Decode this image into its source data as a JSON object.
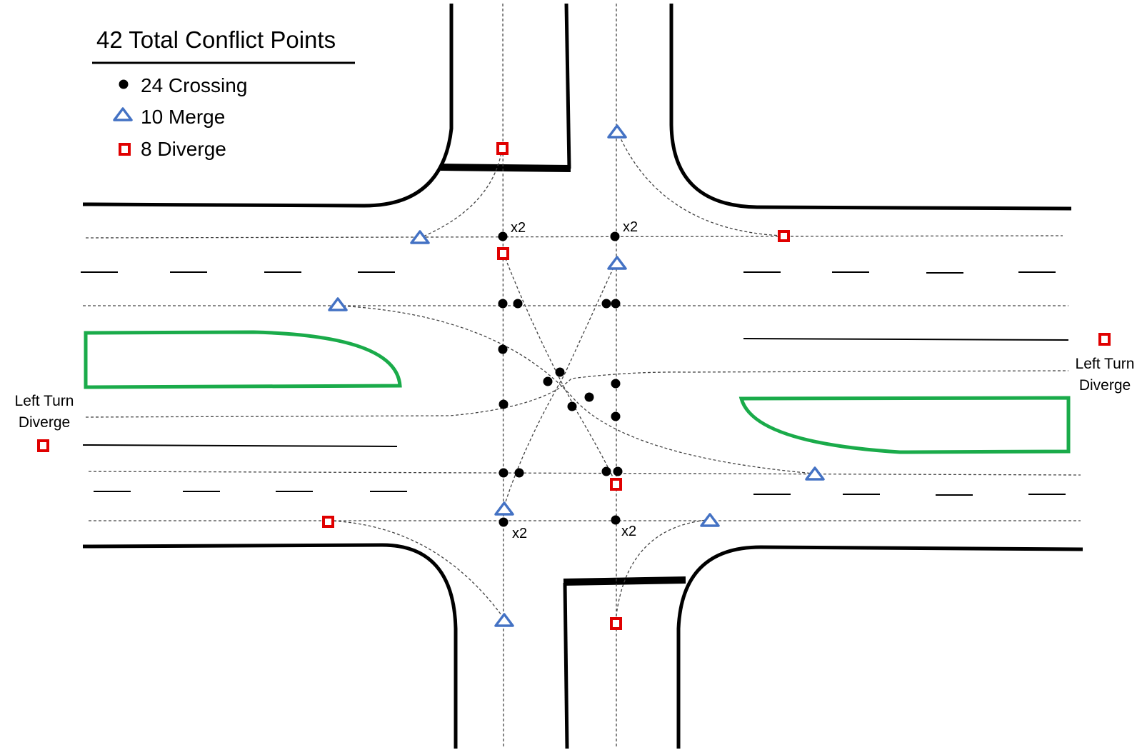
{
  "legend": {
    "title": "42 Total Conflict Points",
    "crossing": "24 Crossing",
    "merge": "10 Merge",
    "diverge": "8 Diverge"
  },
  "labels": {
    "left_turn_diverge_left_line1": "Left Turn",
    "left_turn_diverge_left_line2": "Diverge",
    "left_turn_diverge_right_line1": "Left Turn",
    "left_turn_diverge_right_line2": "Diverge",
    "multiplier": "x2"
  },
  "colors": {
    "crossing": "#000000",
    "merge": "#4472c4",
    "diverge": "#e00000",
    "median": "#1aab4a",
    "curb": "#000000"
  },
  "counts": {
    "total": 42,
    "crossing": 24,
    "merge": 10,
    "diverge": 8
  }
}
